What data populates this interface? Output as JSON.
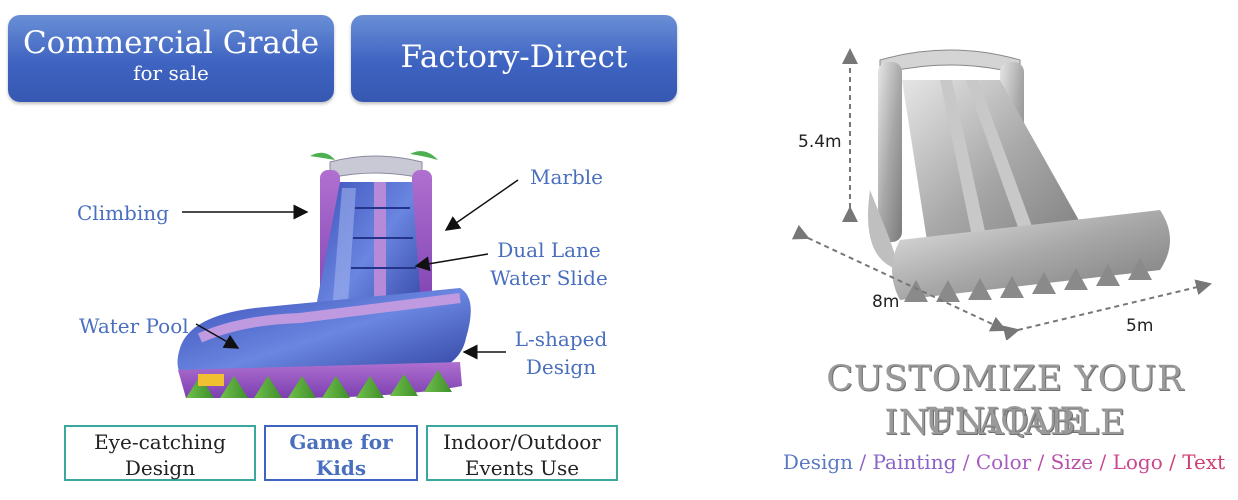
{
  "badges": {
    "commercial_title": "Commercial Grade",
    "commercial_sub": "for sale",
    "factory": "Factory-Direct"
  },
  "labels": {
    "climbing": "Climbing",
    "marble": "Marble",
    "dual_lane_1": "Dual Lane",
    "dual_lane_2": "Water Slide",
    "water_pool": "Water Pool",
    "l_shaped_1": "L-shaped",
    "l_shaped_2": "Design"
  },
  "features": [
    {
      "line1": "Eye-catching",
      "line2": "Design",
      "border": "#3aa89c",
      "color": "#222222"
    },
    {
      "line1": "Game for",
      "line2": "Kids",
      "border": "#3f63c0",
      "color": "#4a6fbf"
    },
    {
      "line1": "Indoor/Outdoor",
      "line2": "Events Use",
      "border": "#3aa89c",
      "color": "#222222"
    }
  ],
  "dimensions": {
    "height": "5.4m",
    "length": "8m",
    "width": "5m"
  },
  "customize": {
    "line1": "CUSTOMIZE YOUR UNIQUE",
    "line2": "INFLATABLE"
  },
  "options": [
    {
      "text": "Design",
      "color": "#5b7ac4"
    },
    {
      "text": "Painting",
      "color": "#8a63c4"
    },
    {
      "text": "Color",
      "color": "#a85cc0"
    },
    {
      "text": "Size",
      "color": "#b94fa8"
    },
    {
      "text": "Logo",
      "color": "#c9488f"
    },
    {
      "text": "Text",
      "color": "#cf3f6d"
    }
  ],
  "option_separator": " / "
}
